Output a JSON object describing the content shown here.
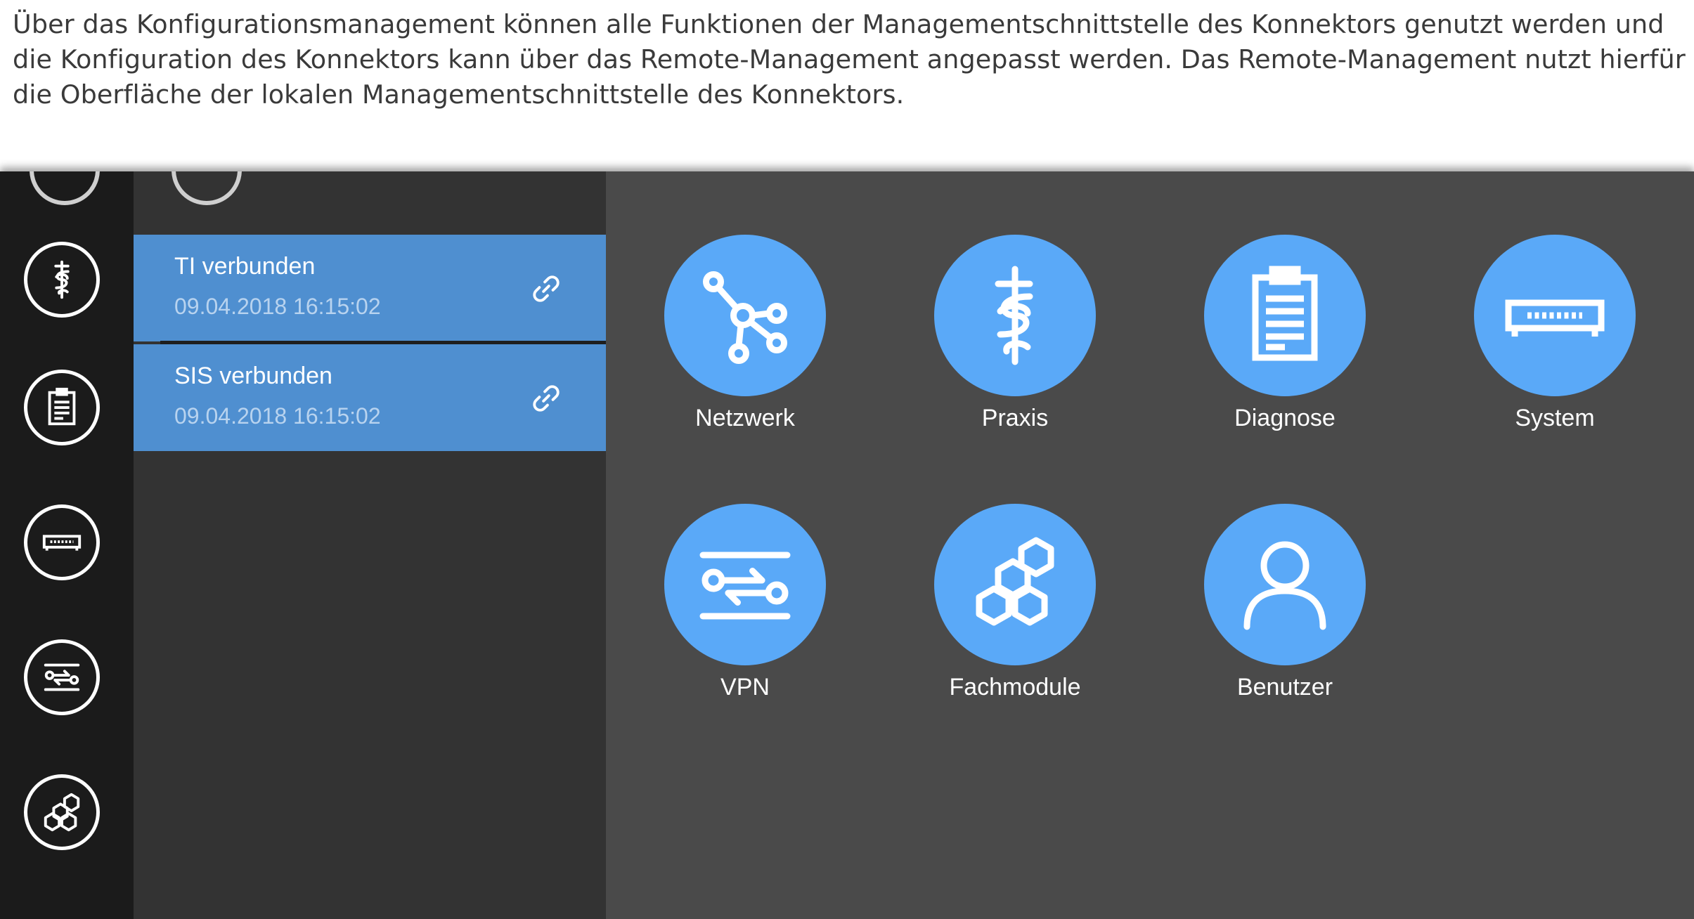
{
  "intro": {
    "line1": "Über das Konfigurationsmanagement können alle Funktionen der Managementschnittstelle des Konnektors genutzt werden und",
    "line2": "die Konfiguration des Konnektors kann über das Remote-Management angepasst werden. Das Remote-Management nutzt hierfür",
    "line3": "die Oberfläche der lokalen Managementschnittstelle des Konnektors."
  },
  "sidebar": {
    "items": [
      {
        "icon": "caduceus-icon"
      },
      {
        "icon": "clipboard-icon"
      },
      {
        "icon": "switch-device-icon"
      },
      {
        "icon": "vpn-sliders-icon"
      },
      {
        "icon": "hexagons-icon"
      }
    ]
  },
  "status": {
    "items": [
      {
        "title": "TI verbunden",
        "timestamp": "09.04.2018 16:15:02",
        "icon": "link-icon"
      },
      {
        "title": "SIS verbunden",
        "timestamp": "09.04.2018 16:15:02",
        "icon": "link-icon"
      }
    ]
  },
  "tiles": [
    {
      "label": "Netzwerk",
      "icon": "network-icon"
    },
    {
      "label": "Praxis",
      "icon": "caduceus-icon"
    },
    {
      "label": "Diagnose",
      "icon": "clipboard-icon"
    },
    {
      "label": "System",
      "icon": "switch-device-icon"
    },
    {
      "label": "VPN",
      "icon": "vpn-sliders-icon"
    },
    {
      "label": "Fachmodule",
      "icon": "hexagons-icon"
    },
    {
      "label": "Benutzer",
      "icon": "user-icon"
    }
  ],
  "colors": {
    "accent": "#5aa9f8",
    "status_bg": "#4f8fd0",
    "rail_bg": "#1b1b1b",
    "panel_bg": "#333333",
    "main_bg": "#4a4a4a"
  }
}
